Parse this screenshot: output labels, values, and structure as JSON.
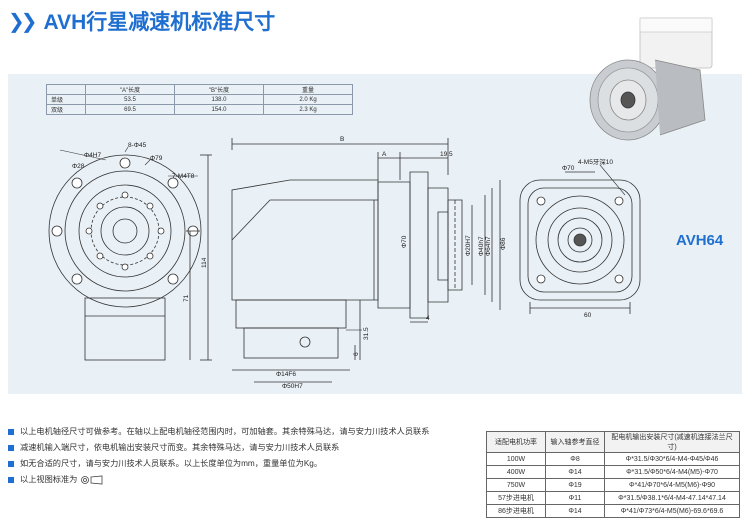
{
  "title": "AVH行星减速机标准尺寸",
  "model_label": "AVH64",
  "dim_table": {
    "headers": [
      "",
      "\"A\"长度",
      "\"B\"长度",
      "重量"
    ],
    "rows": [
      [
        "单级",
        "53.5",
        "138.0",
        "2.0 Kg"
      ],
      [
        "双级",
        "69.5",
        "154.0",
        "2.3 Kg"
      ]
    ]
  },
  "front_labels": {
    "phi4h7": "Φ4H7",
    "hole": "8-Φ45",
    "phi79": "Φ79",
    "phi28": "Φ28",
    "thread": "7-M4T8",
    "d114": "114",
    "d71": "71"
  },
  "side_labels": {
    "B": "B",
    "A": "A",
    "d195": "19.5",
    "d4": "4",
    "phi70": "Φ70",
    "phi20h7": "Φ20H7",
    "phi40h7": "Φ40h7",
    "phi64h7": "Φ64h7",
    "phi86": "Φ86",
    "d315": "31.5",
    "d6": "6",
    "phi14f6": "Φ14F6",
    "phi50h7": "Φ50H7"
  },
  "right_labels": {
    "phi70": "Φ70",
    "thread": "4-M5牙深10",
    "d60": "60"
  },
  "notes": [
    "以上电机轴径尺寸可做参考。在轴以上配电机轴径范围内时，可加轴套。其余特殊马达，请与安力川技术人员联系",
    "减速机输入端尺寸，依电机输出安装尺寸而变。其余特殊马达，请与安力川技术人员联系",
    "如无合适的尺寸，请与安力川技术人员联系。以上长度单位为mm，重量单位为Kg。",
    "以上视图标准为"
  ],
  "motor_table": {
    "headers": [
      "适配电机功率",
      "输入轴参考直径",
      "配电机输出安装尺寸(减速机连接法兰尺寸)"
    ],
    "rows": [
      [
        "100W",
        "Φ8",
        "Φ*31.5/Φ30*6/4-M4-Φ45/Φ46"
      ],
      [
        "400W",
        "Φ14",
        "Φ*31.5/Φ50*6/4-M4(M5)-Φ70"
      ],
      [
        "750W",
        "Φ19",
        "Φ*41/Φ70*6/4-M5(M6)-Φ90"
      ],
      [
        "57步进电机",
        "Φ11",
        "Φ*31.5/Φ38.1*6/4-M4-47.14*47.14"
      ],
      [
        "86步进电机",
        "Φ14",
        "Φ*41/Φ73*6/4-M5(M6)-69.6*69.6"
      ]
    ]
  },
  "colors": {
    "accent": "#1f6fd1",
    "panel": "#e9f0f6"
  }
}
